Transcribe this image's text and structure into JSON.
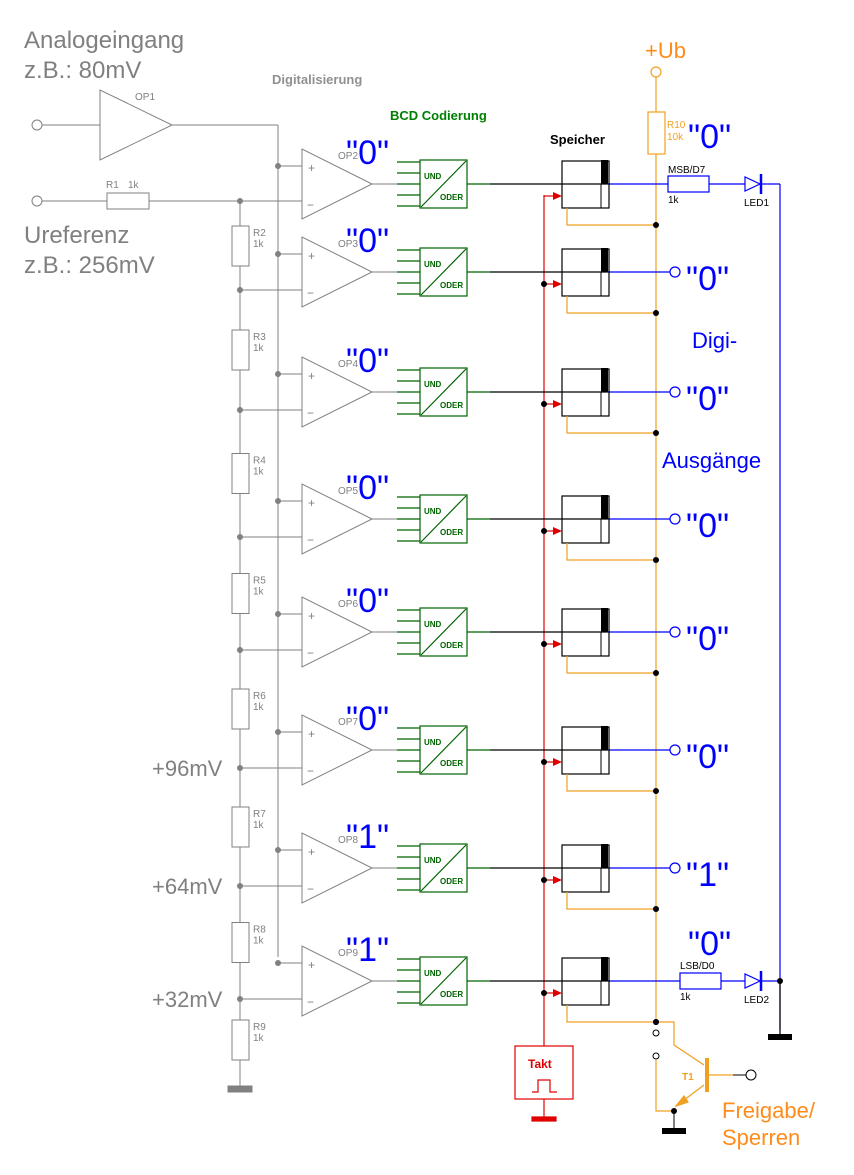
{
  "title_labels": {
    "analog_input_line1": "Analogeingang",
    "analog_input_line2": "z.B.: 80mV",
    "reference_line1": "Ureferenz",
    "reference_line2": "z.B.: 256mV",
    "digitalisierung": "Digitalisierung",
    "bcd": "BCD Codierung",
    "speicher": "Speicher",
    "supply": "+Ub",
    "digi_outputs_line1": "Digi-",
    "digi_outputs_line2": "Ausgänge",
    "enable_line1": "Freigabe/",
    "enable_line2": "Sperren",
    "clock": "Takt"
  },
  "components": {
    "op1": "OP1",
    "r1": "R1",
    "r1_value": "1k",
    "r10": "R10",
    "r10_value": "10k",
    "msb_resistor": "MSB/D7",
    "msb_value": "1k",
    "lsb_resistor": "LSB/D0",
    "lsb_value": "1k",
    "led1": "LED1",
    "led2": "LED2",
    "t1": "T1",
    "plus": "+",
    "minus": "−",
    "und": "UND",
    "oder": "ODER"
  },
  "stages": [
    {
      "op": "OP2",
      "bit": "\"0\"",
      "output": "\"0\"",
      "r": "R2",
      "rv": "1k",
      "tap": ""
    },
    {
      "op": "OP3",
      "bit": "\"0\"",
      "output": "\"0\"",
      "r": "R3",
      "rv": "1k",
      "tap": ""
    },
    {
      "op": "OP4",
      "bit": "\"0\"",
      "output": "\"0\"",
      "r": "R4",
      "rv": "1k",
      "tap": ""
    },
    {
      "op": "OP5",
      "bit": "\"0\"",
      "output": "\"0\"",
      "r": "R5",
      "rv": "1k",
      "tap": ""
    },
    {
      "op": "OP6",
      "bit": "\"0\"",
      "output": "\"0\"",
      "r": "R6",
      "rv": "1k",
      "tap": ""
    },
    {
      "op": "OP7",
      "bit": "\"0\"",
      "output": "\"0\"",
      "r": "R7",
      "rv": "1k",
      "tap": "+96mV"
    },
    {
      "op": "OP8",
      "bit": "\"1\"",
      "output": "\"1\"",
      "r": "R8",
      "rv": "1k",
      "tap": "+64mV"
    },
    {
      "op": "OP9",
      "bit": "\"1\"",
      "output": "\"0\"",
      "r": "R9",
      "rv": "1k",
      "tap": "+32mV"
    }
  ],
  "colors": {
    "analog": "#808080",
    "bcd": "#006400",
    "logic": "#000000",
    "output": "#0000ff",
    "supply": "#f0a020",
    "clock": "#e00000"
  }
}
